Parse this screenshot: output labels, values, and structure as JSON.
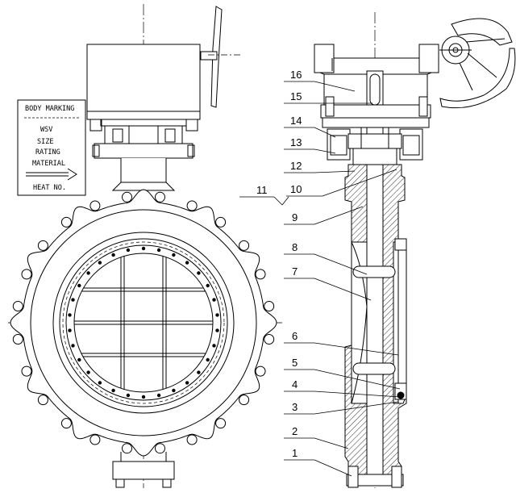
{
  "body_marking": {
    "title": "BODY MARKING",
    "lines": [
      "WSV",
      "SIZE",
      "RATING",
      "MATERIAL",
      "HEAT NO."
    ]
  },
  "part_numbers": [
    "1",
    "2",
    "3",
    "4",
    "5",
    "6",
    "7",
    "8",
    "9",
    "10",
    "11",
    "12",
    "13",
    "14",
    "15",
    "16"
  ]
}
